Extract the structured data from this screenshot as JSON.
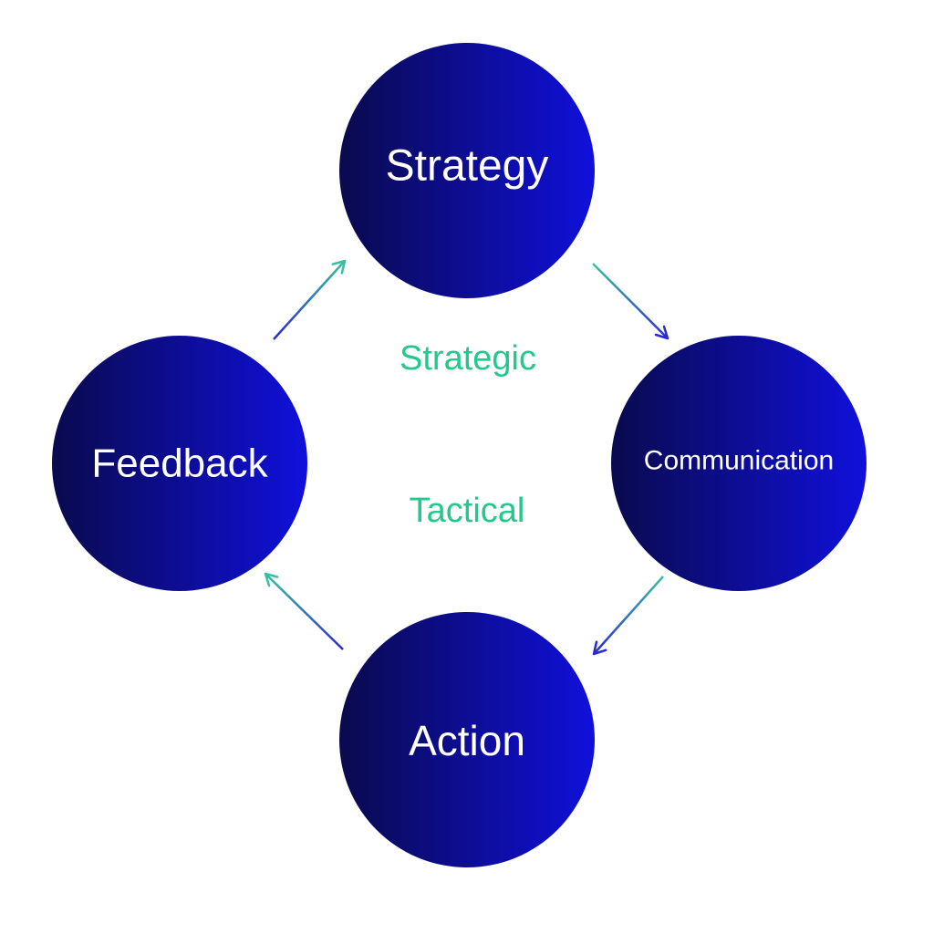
{
  "colors": {
    "background": "#ffffff",
    "node_gradient_start": "#0a0a4e",
    "node_gradient_end": "#1010dc",
    "zone_label": "#22c98b",
    "divider_left": "#5a5ad8",
    "divider_right": "#4fd0a4",
    "arrow_dark": "#2a2ad0",
    "arrow_light": "#36c1a0"
  },
  "nodes": {
    "strategy": {
      "label": "Strategy"
    },
    "communication": {
      "label": "Communication"
    },
    "action": {
      "label": "Action"
    },
    "feedback": {
      "label": "Feedback"
    }
  },
  "zones": {
    "strategic": {
      "label": "Strategic"
    },
    "tactical": {
      "label": "Tactical"
    }
  },
  "cycle": [
    "Feedback",
    "Strategy",
    "Communication",
    "Action"
  ],
  "divider": {
    "style": "dashed"
  }
}
